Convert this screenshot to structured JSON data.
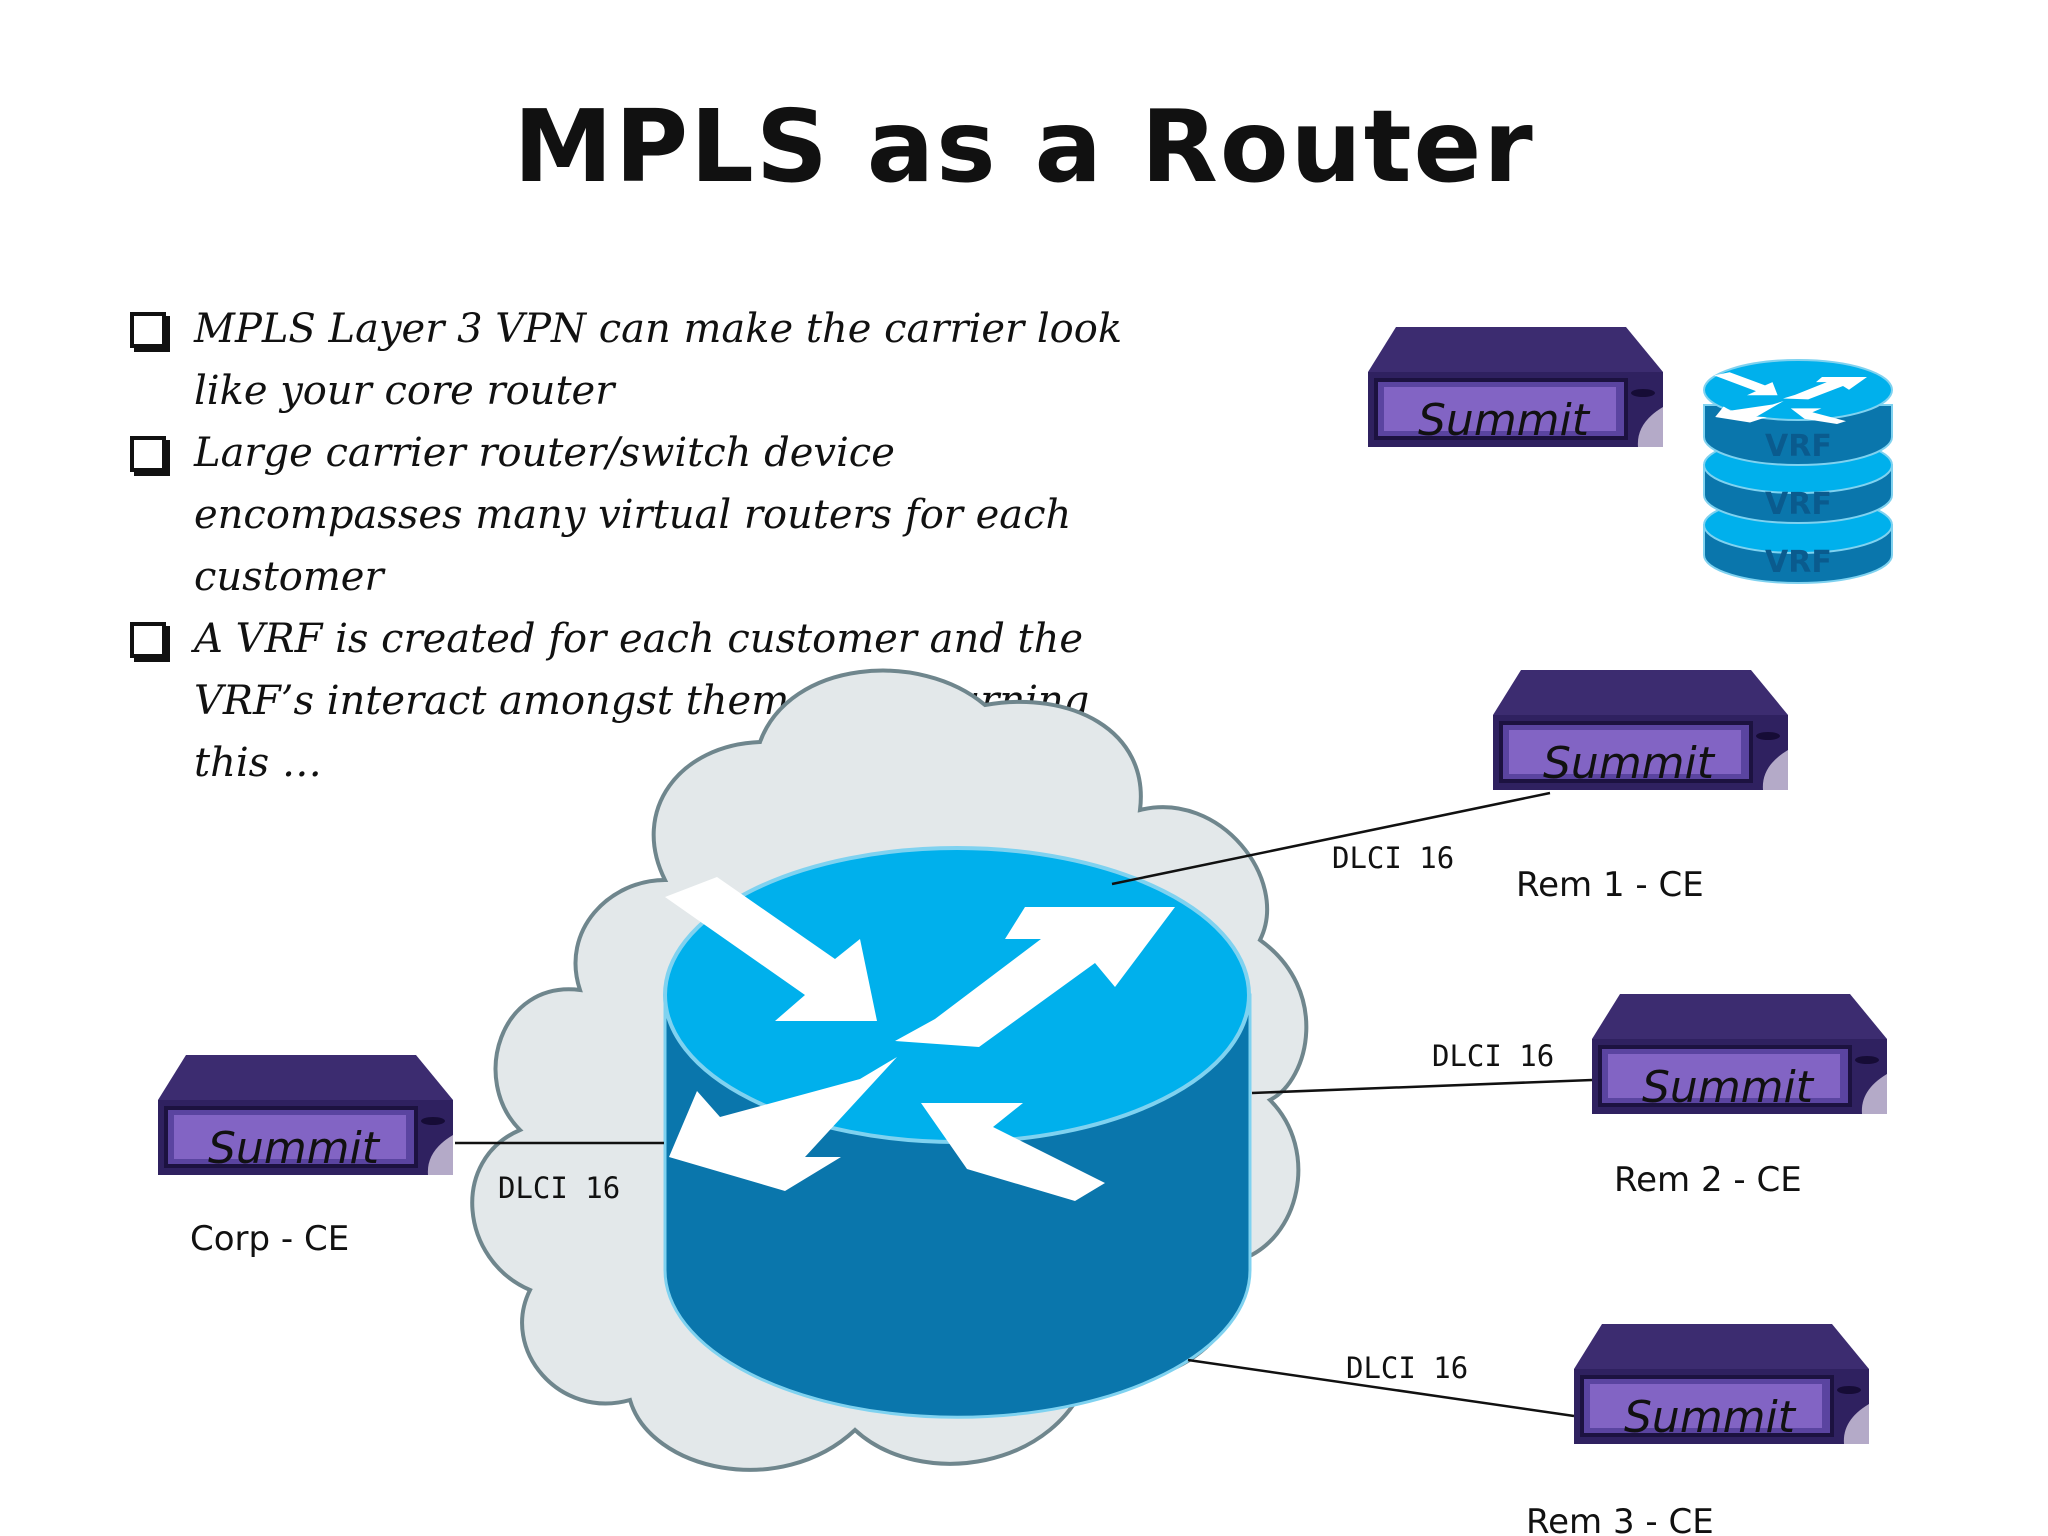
{
  "title": "MPLS as a Router",
  "bullets": [
    "MPLS Layer 3 VPN can make the carrier look like your core router",
    "Large carrier router/switch device encompasses many virtual routers for each customer",
    "A VRF is created for each customer and the VRF’s interact amongst themselves, turning this …"
  ],
  "device_text": "Summit",
  "vrf_labels": [
    "VRF",
    "VRF",
    "VRF"
  ],
  "links": {
    "corp": "DLCI 16",
    "rem1": "DLCI 16",
    "rem2": "DLCI 16",
    "rem3": "DLCI 16"
  },
  "sites": {
    "corp": "Corp - CE",
    "rem1": "Rem 1 - CE",
    "rem2": "Rem 2 - CE",
    "rem3": "Rem 3 - CE"
  },
  "colors": {
    "device_body": "#3a2a6e",
    "device_panel": "#7d5cc0",
    "router_top": "#00b0ec",
    "router_side": "#0a76ac",
    "cloud_fill": "#e3e8ea",
    "cloud_stroke": "#6f868d"
  }
}
